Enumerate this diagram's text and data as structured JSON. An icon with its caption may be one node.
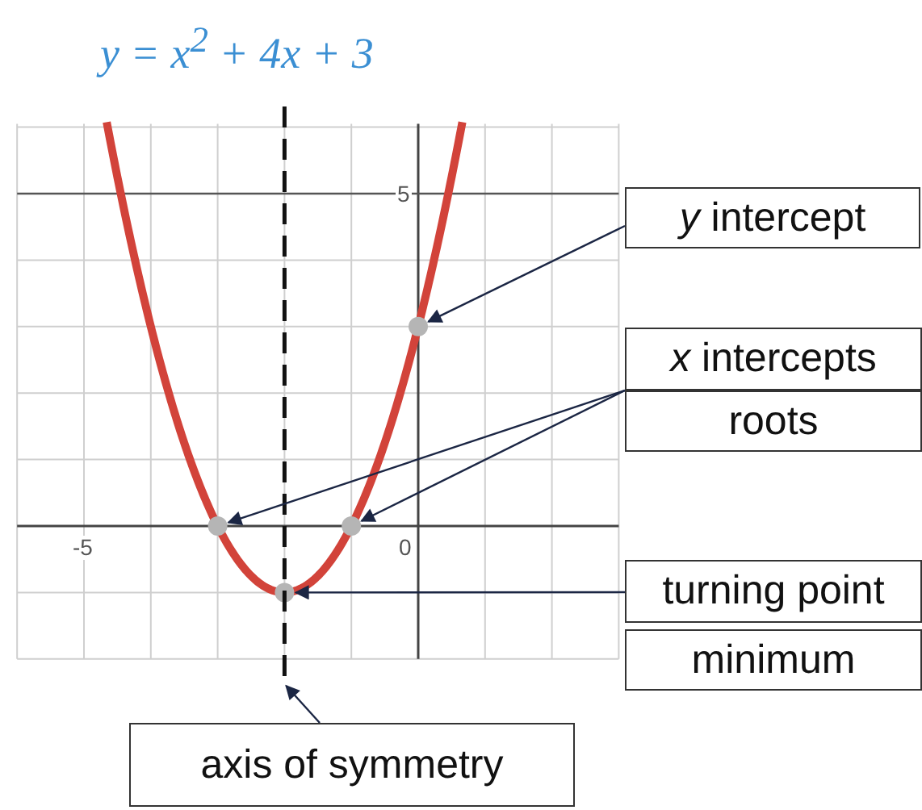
{
  "diagram": {
    "title": "y = x$^{2}$ + 4x + 3",
    "nodes": [
      {
        "text": [
          "*y* intercept"
        ]
      },
      {
        "text": [
          "*x* intercepts"
        ]
      },
      {
        "text": [
          "roots"
        ]
      },
      {
        "text": [
          "turning point"
        ]
      },
      {
        "text": [
          "minimum"
        ]
      },
      {
        "text": [
          "axis of symmetry"
        ]
      },
      {
        "text": [],
        "shape": "circle"
      },
      {
        "text": [],
        "shape": "circle"
      },
      {
        "text": [],
        "shape": "circle"
      },
      {
        "text": [],
        "shape": "circle"
      },
      {
        "text": [],
        "shape": "line"
      }
    ],
    "edges": [
      {
        "from": 0,
        "to": 9,
        "arrow": "to"
      },
      {
        "from": 1,
        "to": 6,
        "arrow": "to"
      },
      {
        "from": 1,
        "to": 8,
        "arrow": "to"
      },
      {
        "from": 3,
        "to": 7,
        "arrow": "to"
      },
      {
        "from": 5,
        "to": 10,
        "arrow": "to"
      }
    ],
    "labels": [
      "5",
      "-5",
      "0"
    ]
  }
}
